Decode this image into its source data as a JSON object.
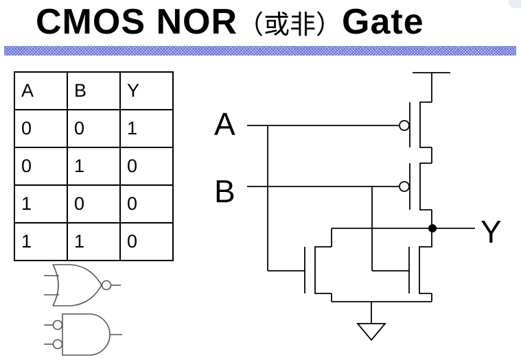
{
  "title": {
    "main": "CMOS NOR",
    "chinese": "（或非）",
    "suffix": "Gate"
  },
  "truth_table": {
    "headers": [
      "A",
      "B",
      "Y"
    ],
    "rows": [
      [
        "0",
        "0",
        "1"
      ],
      [
        "0",
        "1",
        "0"
      ],
      [
        "1",
        "0",
        "0"
      ],
      [
        "1",
        "1",
        "0"
      ]
    ]
  },
  "schematic": {
    "input_a": "A",
    "input_b": "B",
    "output_y": "Y"
  },
  "colors": {
    "band_base": "#c4c8f2",
    "band_hatch": "#5f68cf",
    "ink": "#000000"
  }
}
